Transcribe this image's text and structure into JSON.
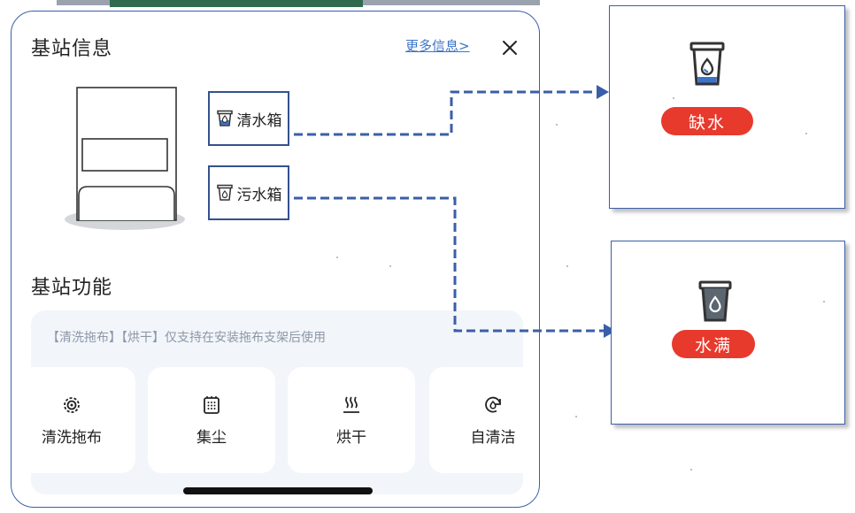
{
  "panel": {
    "station_info_title": "基站信息",
    "more_info_link": "更多信息>",
    "clean_tank_label": "清水箱",
    "dirty_tank_label": "污水箱",
    "station_function_title": "基站功能",
    "function_note": "【清洗拖布】【烘干】仅支持在安装拖布支架后使用",
    "functions": [
      {
        "label": "清洗拖布",
        "icon": "gear-wash-icon"
      },
      {
        "label": "集尘",
        "icon": "dust-bin-icon"
      },
      {
        "label": "烘干",
        "icon": "heat-waves-icon"
      },
      {
        "label": "自清洁",
        "icon": "self-clean-icon"
      }
    ]
  },
  "callouts": {
    "water_shortage_badge": "缺水",
    "water_full_badge": "水满"
  },
  "colors": {
    "badge_red": "#e8392d",
    "accent_blue": "#3b5ea8",
    "link_blue": "#3b73c9",
    "water_blue": "#3b73c9"
  }
}
